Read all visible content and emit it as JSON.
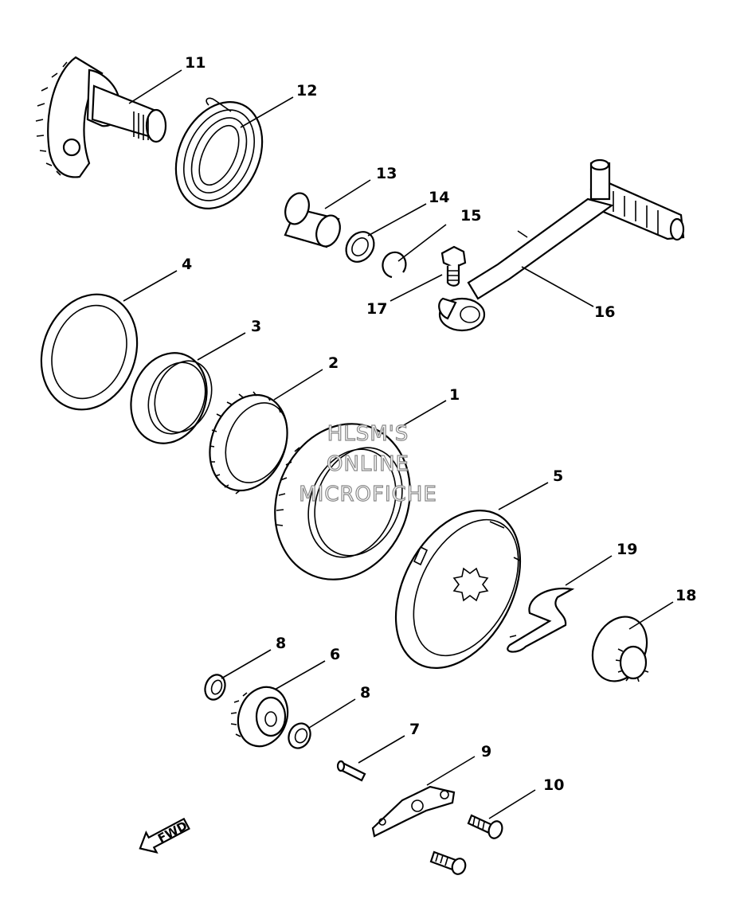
{
  "callouts": {
    "c1": "1",
    "c2": "2",
    "c3": "3",
    "c4": "4",
    "c5": "5",
    "c6": "6",
    "c7": "7",
    "c8a": "8",
    "c8b": "8",
    "c9": "9",
    "c10": "10",
    "c11": "11",
    "c12": "12",
    "c13": "13",
    "c14": "14",
    "c15": "15",
    "c16": "16",
    "c17": "17",
    "c18": "18",
    "c19": "19"
  },
  "watermark": {
    "line1": "HLSM'S",
    "line2": "ONLINE",
    "line3": "MICROFICHE"
  },
  "direction_marker": {
    "label": "FWD",
    "icon": "arrow-down-left-icon"
  }
}
